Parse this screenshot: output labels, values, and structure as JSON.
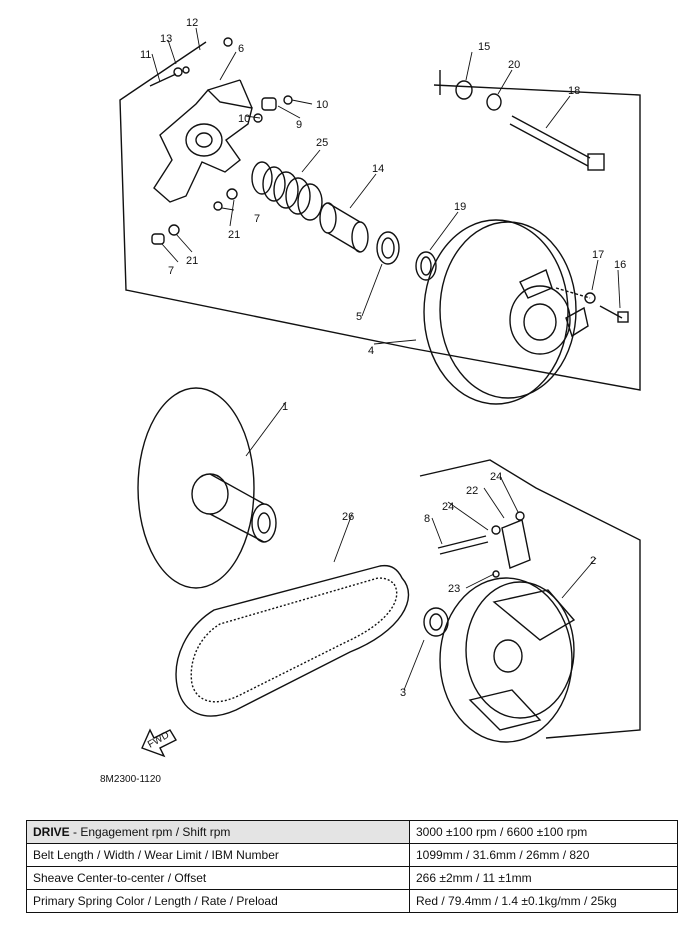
{
  "diagram": {
    "callouts": {
      "c1": "1",
      "c2": "2",
      "c3": "3",
      "c4": "4",
      "c5": "5",
      "c6": "6",
      "c7a": "7",
      "c7b": "7",
      "c8": "8",
      "c9": "9",
      "c10a": "10",
      "c10b": "10",
      "c11": "11",
      "c12": "12",
      "c13": "13",
      "c14": "14",
      "c15": "15",
      "c16": "16",
      "c17": "17",
      "c18": "18",
      "c19": "19",
      "c20": "20",
      "c21a": "21",
      "c21b": "21",
      "c22": "22",
      "c23": "23",
      "c24a": "24",
      "c24b": "24",
      "c25": "25",
      "c26": "26"
    },
    "arrow_label": "FWD",
    "part_code": "8M2300-1120"
  },
  "spec_table": {
    "rows": [
      {
        "label_bold": "DRIVE",
        "label_rest": " - Engagement rpm / Shift rpm",
        "value": "3000 ±100 rpm / 6600 ±100 rpm"
      },
      {
        "label": "Belt Length / Width / Wear Limit / IBM Number",
        "value": "1099mm / 31.6mm / 26mm / 820"
      },
      {
        "label": "Sheave Center-to-center / Offset",
        "value": "266 ±2mm / 11 ±1mm"
      },
      {
        "label": "Primary Spring Color / Length / Rate / Preload",
        "value": "Red / 79.4mm / 1.4 ±0.1kg/mm / 25kg"
      }
    ]
  }
}
